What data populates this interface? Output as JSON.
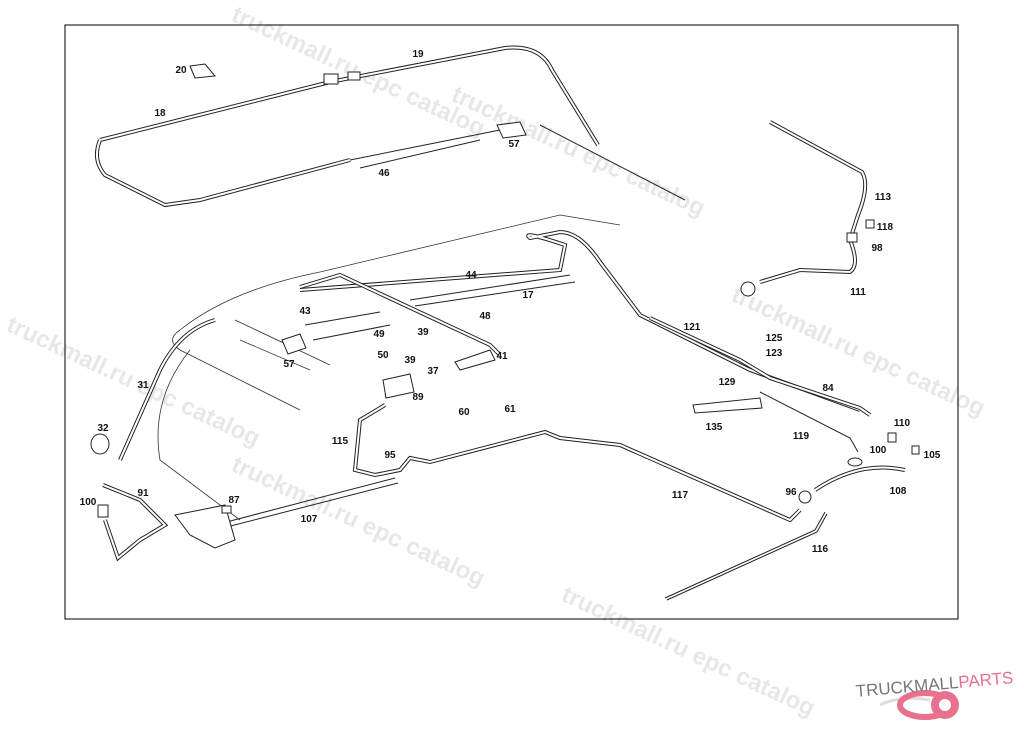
{
  "diagram": {
    "callouts": [
      "19",
      "20",
      "18",
      "57",
      "46",
      "113",
      "118",
      "98",
      "111",
      "44",
      "17",
      "43",
      "48",
      "49",
      "39",
      "50",
      "39",
      "37",
      "41",
      "57",
      "121",
      "125",
      "123",
      "129",
      "84",
      "31",
      "89",
      "60",
      "61",
      "135",
      "119",
      "110",
      "100",
      "105",
      "32",
      "115",
      "95",
      "117",
      "108",
      "96",
      "100",
      "91",
      "87",
      "107",
      "116"
    ]
  },
  "watermark": {
    "text": "truckmall.ru epc catalog"
  },
  "logo": {
    "text_main": "TRUCKMALL",
    "text_accent": "PARTS",
    "accent_color": "#e8718e",
    "gray_color": "#777777"
  }
}
